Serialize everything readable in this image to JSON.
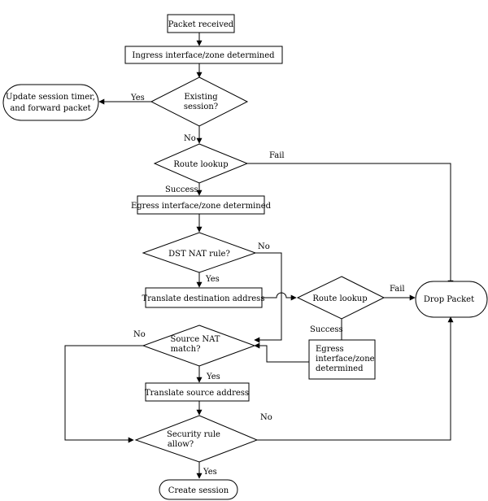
{
  "nodes": {
    "packet_received": "Packet received",
    "ingress_determined": "Ingress interface/zone determined",
    "update_session": [
      "Update session timer,",
      "and forward packet"
    ],
    "existing_session": [
      "Existing",
      "session?"
    ],
    "route_lookup_1": "Route lookup",
    "egress_determined_1": "Egress interface/zone determined",
    "dst_nat_rule": "DST NAT rule?",
    "translate_dst": "Translate destination address",
    "route_lookup_2": "Route lookup",
    "drop_packet": "Drop Packet",
    "egress_determined_2": [
      "Egress",
      "interface/zone",
      "determined"
    ],
    "source_nat_match": [
      "Source NAT",
      "match?"
    ],
    "translate_src": "Translate source address",
    "security_rule": [
      "Security rule",
      "allow?"
    ],
    "create_session": "Create session"
  },
  "edge_labels": {
    "existing_yes": "Yes",
    "existing_no": "No",
    "route1_fail": "Fail",
    "route1_success": "Success",
    "dst_no": "No",
    "dst_yes": "Yes",
    "route2_fail": "Fail",
    "route2_success": "Success",
    "src_no": "No",
    "src_yes": "Yes",
    "sec_no": "No",
    "sec_yes": "Yes"
  }
}
